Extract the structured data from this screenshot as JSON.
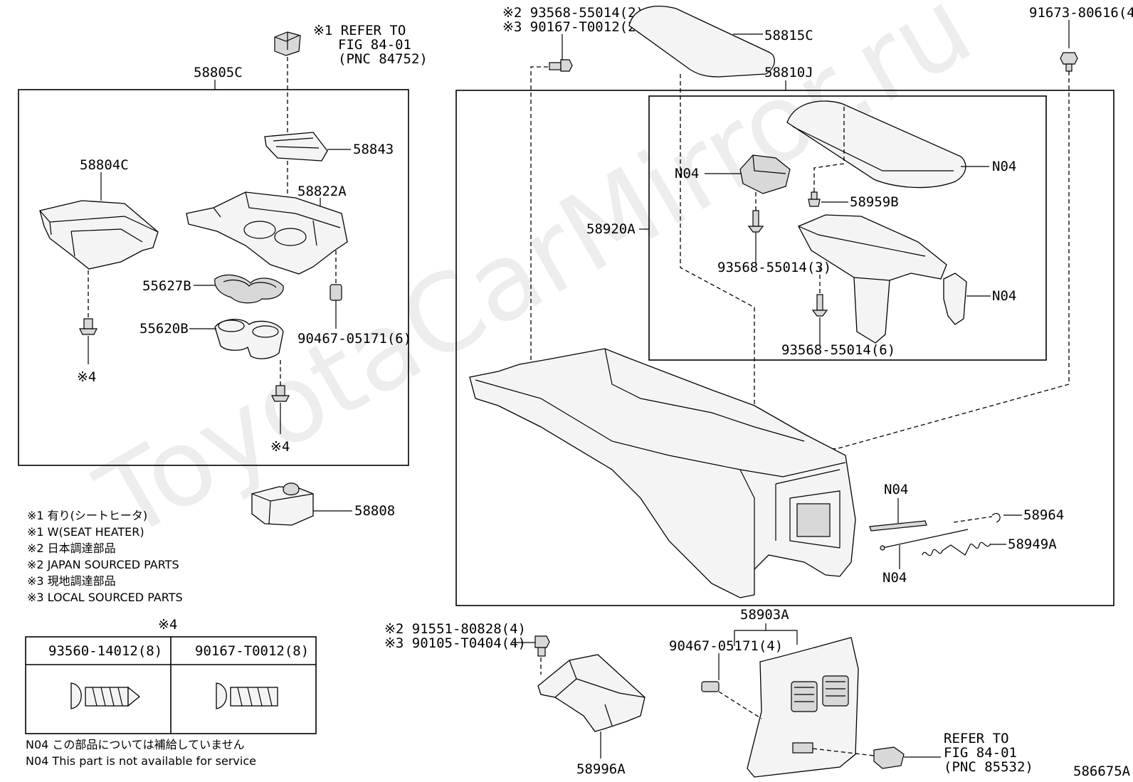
{
  "watermark": "ToyotaCarMirror.ru",
  "figure_code": "586675A",
  "callouts": {
    "p58805C": "58805C",
    "p58804C": "58804C",
    "p58843": "58843",
    "p58822A": "58822A",
    "p55627B": "55627B",
    "p55620B": "55620B",
    "p90467_05171_6": "90467-05171(6)",
    "star4_a": "※4",
    "star4_b": "※4",
    "p58808": "58808",
    "p58815C": "58815C",
    "p58810J": "58810J",
    "p91673": "91673-80616(4)",
    "n04_a": "N04",
    "n04_b": "N04",
    "n04_c": "N04",
    "n04_d": "N04",
    "n04_e": "N04",
    "p58959B": "58959B",
    "p58920A": "58920A",
    "p93568_3": "93568-55014(3)",
    "p93568_6": "93568-55014(6)",
    "p58964": "58964",
    "p58949A": "58949A",
    "p58903A": "58903A",
    "p90467_05171_4": "90467-05171(4)",
    "p58996A": "58996A"
  },
  "ref_top": [
    "※1 REFER TO",
    "FIG 84-01",
    "(PNC 84752)"
  ],
  "ref_bottom": [
    "REFER TO",
    "FIG 84-01",
    "(PNC 85532)"
  ],
  "bolt_top": [
    "※2 93568-55014(2)",
    "※3 90167-T0012(2)"
  ],
  "bolt_bottom": [
    "※2 91551-80828(4)",
    "※3 90105-T0404(4)"
  ],
  "notes": [
    "※1 有り(シートヒータ)",
    "※1 W(SEAT HEATER)",
    "※2 日本調達部品",
    "※2 JAPAN SOURCED PARTS",
    "※3 現地調達部品",
    "※3 LOCAL SOURCED PARTS"
  ],
  "fastener_table": {
    "title": "※4",
    "col1": "93560-14012(8)",
    "col2": "90167-T0012(8)"
  },
  "n04_notes": [
    "N04 この部品については補給していません",
    "N04 This part is not available for service"
  ]
}
